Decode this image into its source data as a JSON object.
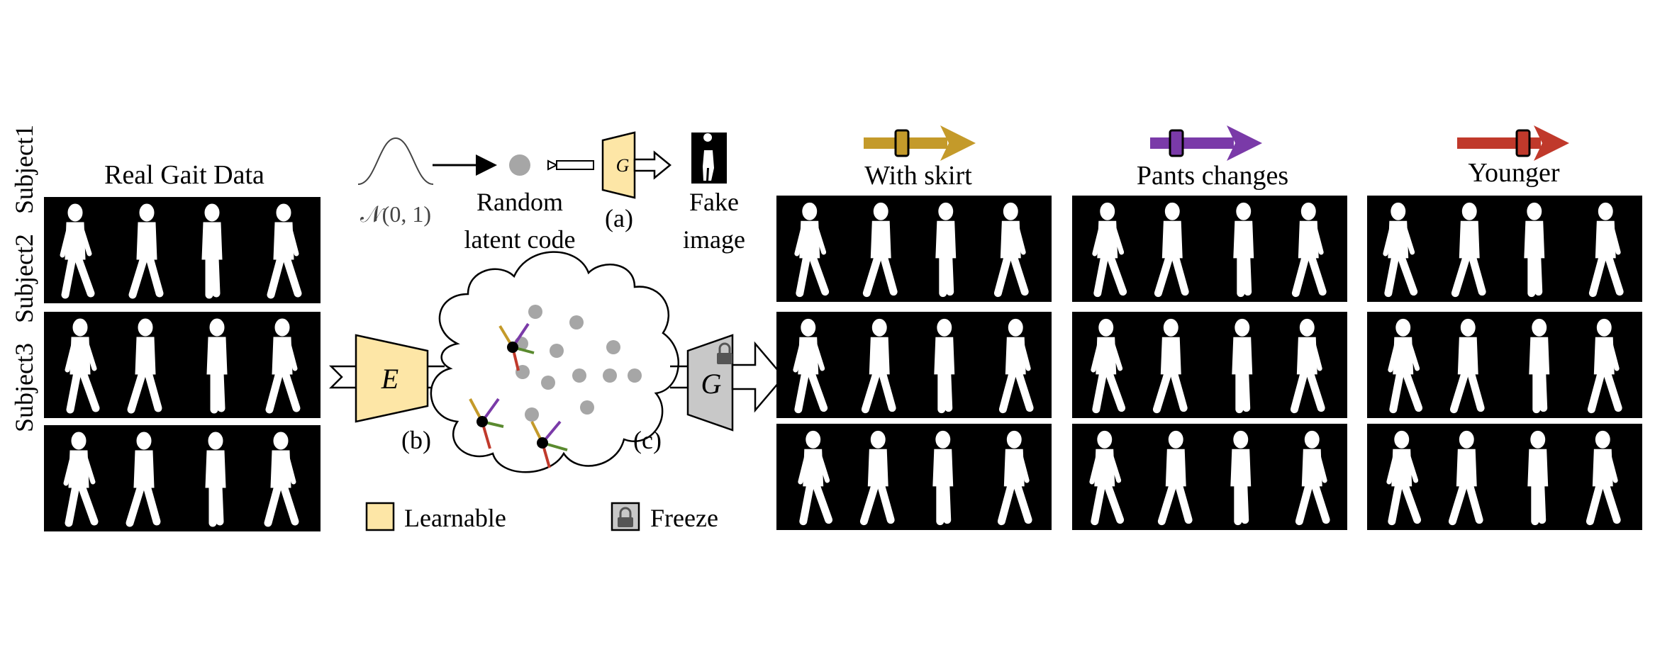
{
  "left": {
    "title": "Real Gait Data",
    "subjects": [
      "Subject1",
      "Subject2",
      "Subject3"
    ]
  },
  "generator": {
    "distribution": "𝒩(0, 1)",
    "latent_label": [
      "Random",
      "latent code"
    ],
    "g_label": "G",
    "a_label": "(a)",
    "fake_label": [
      "Fake",
      "image"
    ]
  },
  "pipeline": {
    "encoder_label": "E",
    "b_label": "(b)",
    "c_label": "(c)",
    "g_label": "G"
  },
  "legend": {
    "learnable": "Learnable",
    "freeze": "Freeze"
  },
  "edits": [
    {
      "title": "With skirt",
      "color": "#c49a2a"
    },
    {
      "title": "Pants changes",
      "color": "#7a3aa8"
    },
    {
      "title": "Younger",
      "color": "#c0392b"
    }
  ],
  "colors": {
    "learnable_fill": "#fde6a6",
    "freeze_fill": "#c8c8c8",
    "dots": "#a6a6a6",
    "arrow_orange": "#c49a2a",
    "arrow_purple": "#7a3aa8",
    "arrow_green": "#5a8a2f",
    "arrow_red": "#c0392b"
  }
}
